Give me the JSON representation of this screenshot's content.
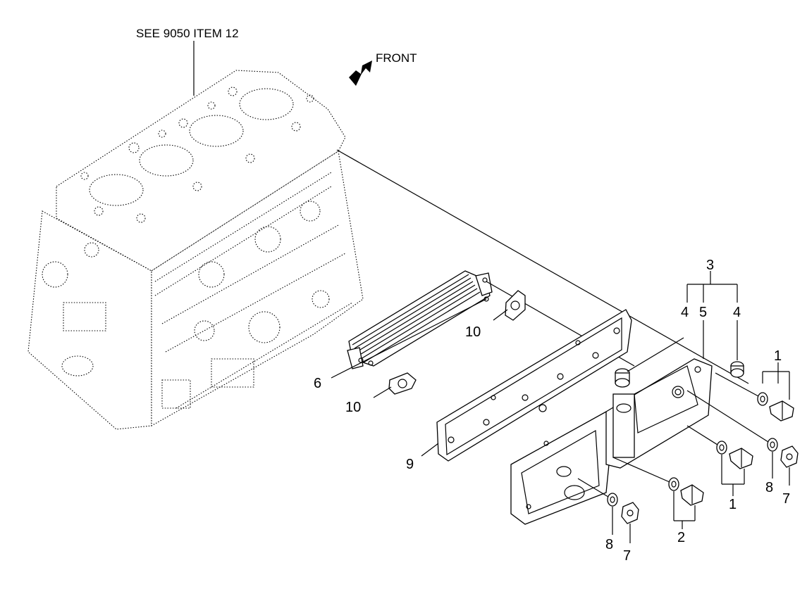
{
  "reference_note": "SEE 9050 ITEM 12",
  "front_label": "FRONT",
  "callouts": {
    "c1a": "1",
    "c1b": "1",
    "c2": "2",
    "c3": "3",
    "c4a": "4",
    "c4b": "4",
    "c5": "5",
    "c6": "6",
    "c7a": "7",
    "c7b": "7",
    "c8a": "8",
    "c8b": "8",
    "c9": "9",
    "c10a": "10",
    "c10b": "10"
  },
  "colors": {
    "line": "#000000",
    "background": "#ffffff"
  },
  "icons": [
    "front-direction-arrow-icon"
  ]
}
